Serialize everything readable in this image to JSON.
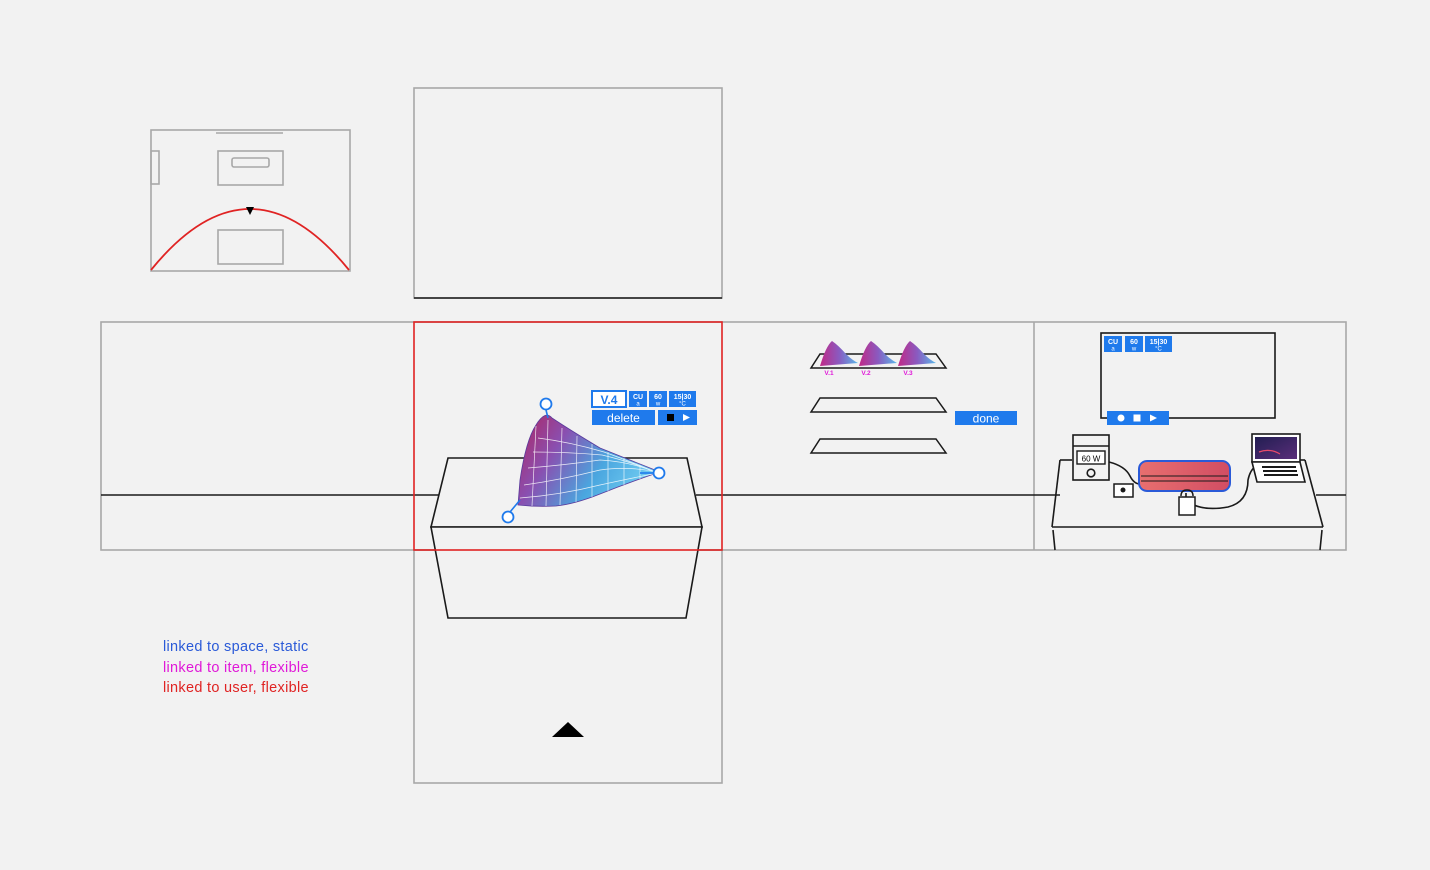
{
  "legend": {
    "space": "linked to space, static",
    "item": "linked to item, flexible",
    "user": "linked to user, flexible"
  },
  "colors": {
    "background": "#f2f2f2",
    "frame": "#a8a8a8",
    "ui_blue": "#1f7aec",
    "user_red": "#e02323",
    "item_magenta": "#e019d8",
    "space_blue": "#2a5ad8"
  },
  "widget": {
    "version": "V.4",
    "chips": [
      {
        "top": "CU",
        "bottom": "a"
      },
      {
        "top": "60",
        "bottom": "w"
      },
      {
        "top": "15|30",
        "bottom": "°C"
      }
    ],
    "delete_label": "delete",
    "controls": [
      "stop-icon",
      "play-icon"
    ]
  },
  "versions": [
    "V.1",
    "V.2",
    "V.3"
  ],
  "done_label": "done",
  "monitor": {
    "chips": [
      {
        "top": "CU",
        "bottom": "a"
      },
      {
        "top": "60",
        "bottom": "w"
      },
      {
        "top": "15|30",
        "bottom": "°C"
      }
    ],
    "controls": [
      "record-icon",
      "stop-icon",
      "play-icon"
    ]
  },
  "power_supply_label": "60 W"
}
